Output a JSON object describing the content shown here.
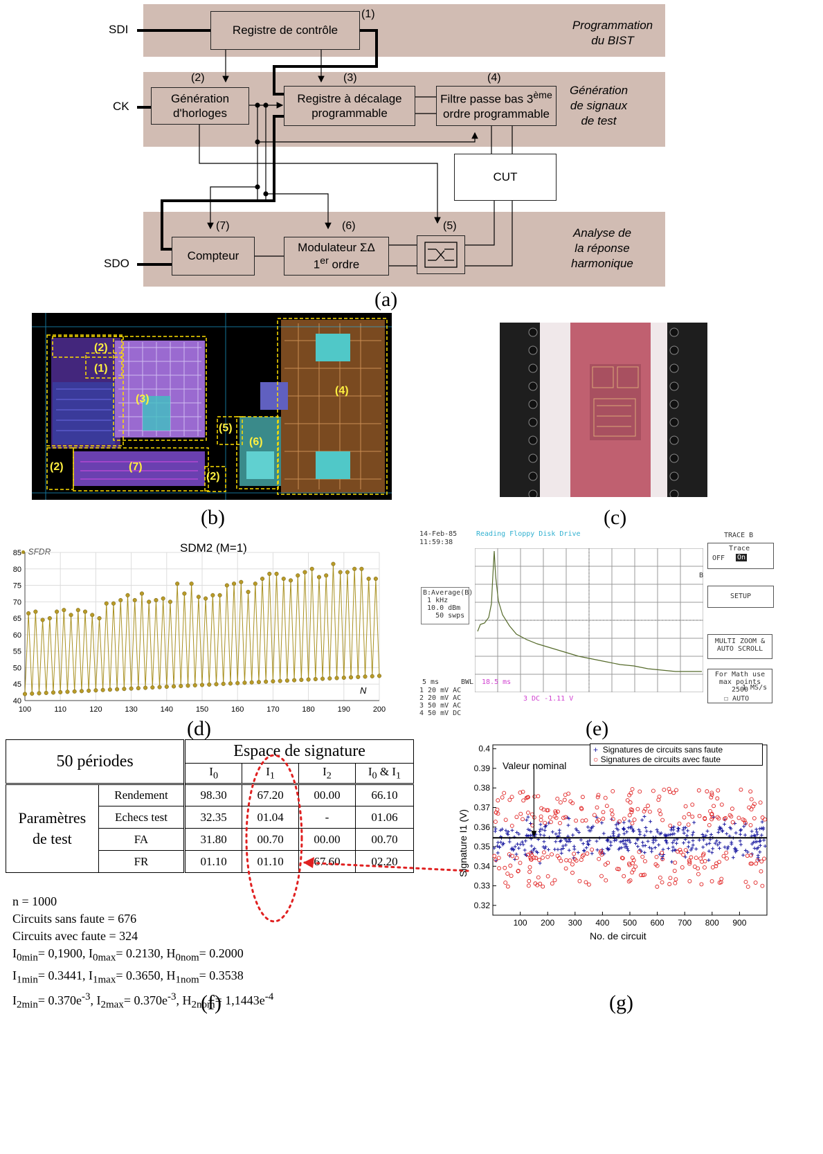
{
  "panel_labels": {
    "a": "(a)",
    "b": "(b)",
    "c": "(c)",
    "d": "(d)",
    "e": "(e)",
    "f": "(f)",
    "g": "(g)"
  },
  "diagram": {
    "signals": {
      "sdi": "SDI",
      "ck": "CK",
      "sdo": "SDO"
    },
    "bands": [
      {
        "line1": "Programmation",
        "line2": "du BIST"
      },
      {
        "line1": "Génération",
        "line2": "de signaux",
        "line3": "de test"
      },
      {
        "line1": "Analyse de",
        "line2": "la réponse",
        "line3": "harmonique"
      }
    ],
    "blocks": {
      "controle": {
        "num": "(1)",
        "label": "Registre de contrôle"
      },
      "horloges": {
        "num": "(2)",
        "line1": "Génération",
        "line2": "d'horloges"
      },
      "decalage": {
        "num": "(3)",
        "line1": "Registre à décalage",
        "line2": "programmable"
      },
      "filtre": {
        "num": "(4)",
        "line1a": "Filtre passe bas 3",
        "sup": "ème",
        "line2": "ordre programmable"
      },
      "cut": {
        "label": "CUT"
      },
      "switch": {
        "num": "(5)"
      },
      "modulateur": {
        "num": "(6)",
        "line1": "Modulateur  ΣΔ",
        "line2a": "1",
        "sup": "er",
        "line2b": " ordre"
      },
      "compteur": {
        "num": "(7)",
        "label": "Compteur"
      }
    }
  },
  "layout_labels": [
    "(2)",
    "(1)",
    "(3)",
    "(4)",
    "(5)",
    "(6)",
    "(2)",
    "(7)",
    "(2)"
  ],
  "chart_d": {
    "type": "line",
    "title": "SDM2 (M=1)",
    "legend": "SFDR",
    "xlabel": "N",
    "xlim": [
      100,
      200
    ],
    "ylim": [
      40,
      85
    ],
    "xticks": [
      "100",
      "110",
      "120",
      "130",
      "140",
      "150",
      "160",
      "170",
      "180",
      "190",
      "200"
    ],
    "yticks": [
      "40",
      "45",
      "50",
      "55",
      "60",
      "65",
      "70",
      "75",
      "80",
      "85"
    ]
  },
  "scope_e": {
    "date": "14-Feb-85",
    "time": "11:59:38",
    "header": "Reading Floppy Disk Drive",
    "trace": "TRACE B",
    "trace_box_title": "Trace",
    "trace_off": "OFF",
    "trace_on": "On",
    "setup": "SETUP",
    "multizoom1": "MULTI ZOOM &",
    "multizoom2": "AUTO SCROLL",
    "avg1": "B:Average(B)",
    "avg2": "1 kHz",
    "avg3": "10.0 dBm",
    "avg4": "50 swps",
    "math1": "For Math use",
    "math2": "max points",
    "math3": "2500",
    "timebase": "5 ms",
    "bwl": "BWL",
    "cursor": "18.5 ms",
    "ch1": "1  20 mV  AC",
    "ch2": "2  20 mV  AC",
    "ch3": "3  50 mV  AC",
    "ch4": "4  50 mV  DC",
    "trig": "3  DC -1.11 V",
    "rate": "1 MS/s",
    "auto": "AUTO",
    "marker": "B"
  },
  "table_f": {
    "periods": "50 périodes",
    "signature_space": "Espace de signature",
    "cols": [
      "I0",
      "I1",
      "I2",
      "I0 & I1"
    ],
    "param_line1": "Paramètres",
    "param_line2": "de test",
    "rows": [
      {
        "name": "Rendement",
        "v": [
          "98.30",
          "67.20",
          "00.00",
          "66.10"
        ]
      },
      {
        "name": "Echecs test",
        "v": [
          "32.35",
          "01.04",
          "-",
          "01.06"
        ]
      },
      {
        "name": "FA",
        "v": [
          "31.80",
          "00.70",
          "00.00",
          "00.70"
        ]
      },
      {
        "name": "FR",
        "v": [
          "01.10",
          "01.10",
          "67.60",
          "02.20"
        ]
      }
    ],
    "notes": {
      "n": "n = 1000",
      "sans": "Circuits sans faute = 676",
      "avec": "Circuits avec faute = 324",
      "l1": "I0min= 0,1900, I0max= 0.2130, H0nom= 0.2000",
      "l2": "I1min= 0.3441, I1max= 0.3650, H1nom= 0.3538",
      "l3": "I2min= 0.370e-3, I2max= 0.370e-3, H2nom= 1,1443e-4"
    }
  },
  "chart_g": {
    "type": "scatter",
    "xlabel": "No. de circuit",
    "ylabel": "Signature I1 (V)",
    "xlim": [
      0,
      1000
    ],
    "ylim": [
      0.315,
      0.402
    ],
    "xticks": [
      "100",
      "200",
      "300",
      "400",
      "500",
      "600",
      "700",
      "800",
      "900"
    ],
    "yticks": [
      "0.32",
      "0.33",
      "0.34",
      "0.35",
      "0.36",
      "0.37",
      "0.38",
      "0.39",
      "0.4"
    ],
    "legend": [
      "Signatures de circuits sans faute",
      "Signatures de circuits avec faute"
    ],
    "annotation": "Valeur nominal",
    "nominal": 0.3545,
    "colors": {
      "sans": "#1a1aa0",
      "avec": "#e02020"
    }
  }
}
